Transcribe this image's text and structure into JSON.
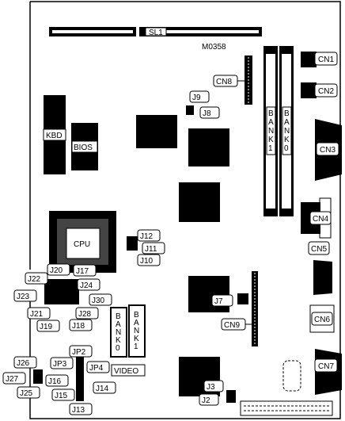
{
  "board": {
    "model": "M0358"
  },
  "slots": {
    "sl1": "SL1"
  },
  "chips": {
    "kbd": "KBD",
    "bios": "BIOS",
    "cpu": "CPU",
    "video": "VIDEO"
  },
  "simm_banks": {
    "main": [
      "B",
      "A",
      "N",
      "K",
      "1"
    ],
    "main0": [
      "B",
      "A",
      "N",
      "K",
      "0"
    ],
    "video0": [
      "B",
      "A",
      "N",
      "K",
      "0"
    ],
    "video1": [
      "B",
      "A",
      "N",
      "K",
      "1"
    ]
  },
  "connectors": {
    "cn1": "CN1",
    "cn2": "CN2",
    "cn3": "CN3",
    "cn4": "CN4",
    "cn5": "CN5",
    "cn6": "CN6",
    "cn7": "CN7",
    "cn8": "CN8",
    "cn9": "CN9"
  },
  "jumpers": {
    "j2": "J2",
    "j3": "J3",
    "j7": "J7",
    "j8": "J8",
    "j9": "J9",
    "j10": "J10",
    "j11": "J11",
    "j12": "J12",
    "j13": "J13",
    "j14": "J14",
    "j15": "J15",
    "j16": "J16",
    "j17": "J17",
    "j18": "J18",
    "j19": "J19",
    "j20": "J20",
    "j21": "J21",
    "j22": "J22",
    "j23": "J23",
    "j24": "J24",
    "j25": "J25",
    "j26": "J26",
    "j27": "J27",
    "j28": "J28",
    "j30": "J30",
    "jp2": "JP2",
    "jp3": "JP3",
    "jp4": "JP4"
  }
}
